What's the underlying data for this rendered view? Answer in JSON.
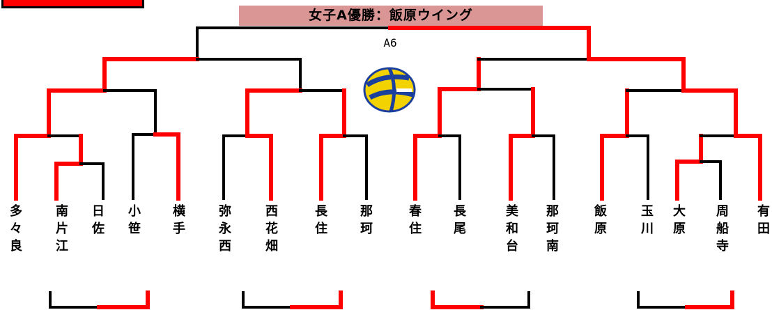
{
  "title": "女子A優勝：飯原ウイング",
  "match_label": "A6",
  "colors": {
    "winner": "#ff0000",
    "line": "#000000",
    "banner": "#d99694"
  },
  "teams": [
    "多\n々\n良",
    "南\n片\n江",
    "日\n佐",
    "小\n笹",
    "横\n手",
    "弥\n永\n西",
    "西\n花\n畑",
    "長\n住",
    "那\n珂",
    "春\n住",
    "長\n尾",
    "美\n和\n台",
    "那\n珂\n南",
    "飯\n原",
    "玉\n川",
    "大\n原",
    "周\n船\n寺",
    "有\n田"
  ],
  "icons": {
    "ball": "volleyball-icon"
  }
}
